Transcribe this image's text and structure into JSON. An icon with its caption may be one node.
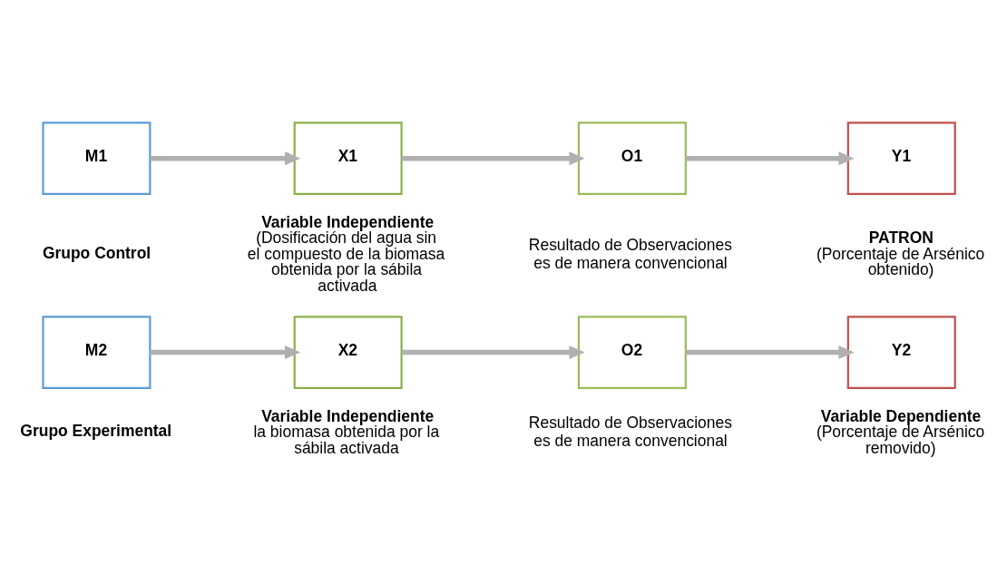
{
  "diagram": {
    "nodes": [
      {
        "text": [
          "M1"
        ],
        "beside": [
          "Grupo Control"
        ]
      },
      {
        "text": [
          "X1"
        ],
        "beside": [
          "Variable Independiente",
          "(Dosificación del agua sin el compuesto de la biomasa obtenida por la sábila activada"
        ]
      },
      {
        "text": [
          "O1"
        ],
        "beside": [
          "Resultado de Observaciones es de manera convencional"
        ]
      },
      {
        "text": [
          "Y1"
        ],
        "beside": [
          "PATRON",
          "(Porcentaje de Arsénico obtenido)"
        ]
      },
      {
        "text": [
          "M2"
        ],
        "beside": [
          "Grupo Experimental"
        ]
      },
      {
        "text": [
          "X2"
        ],
        "beside": [
          "Variable Independiente",
          "la biomasa obtenida por la sábila activada"
        ]
      },
      {
        "text": [
          "O2"
        ],
        "beside": [
          "Resultado de Observaciones es de manera convencional"
        ]
      },
      {
        "text": [
          "Y2"
        ],
        "beside": [
          "Variable Dependiente",
          "(Porcentaje de Arsénico removido)"
        ]
      }
    ],
    "edges": [
      {
        "from": 0,
        "to": 1,
        "arrow": "to"
      },
      {
        "from": 1,
        "to": 2,
        "arrow": "to"
      },
      {
        "from": 2,
        "to": 3,
        "arrow": "to"
      },
      {
        "from": 4,
        "to": 5,
        "arrow": "to"
      },
      {
        "from": 5,
        "to": 6,
        "arrow": "to"
      },
      {
        "from": 6,
        "to": 7,
        "arrow": "to"
      }
    ]
  }
}
